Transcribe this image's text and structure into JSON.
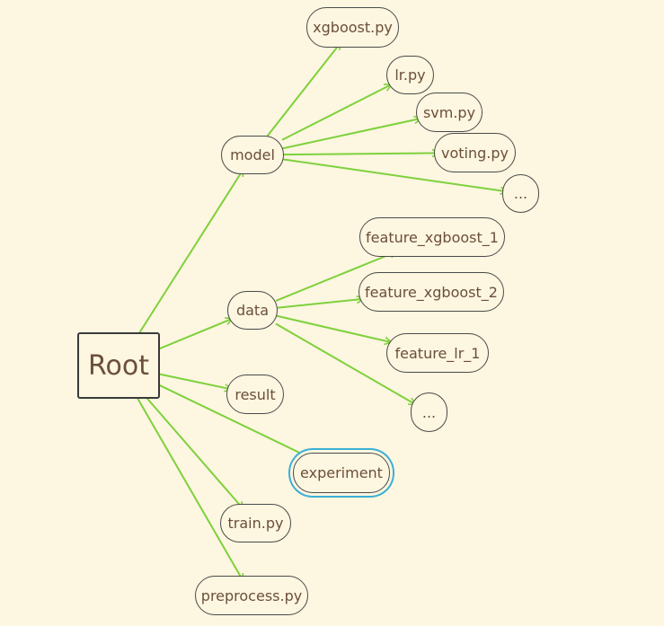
{
  "diagram": {
    "edge_color": "#7ed13c",
    "selection_color": "#3bb0d6",
    "nodes": {
      "root": "Root",
      "model": "model",
      "data": "data",
      "result": "result",
      "experiment": "experiment",
      "train": "train.py",
      "preprocess": "preprocess.py",
      "xgboost": "xgboost.py",
      "lr": "lr.py",
      "svm": "svm.py",
      "voting": "voting.py",
      "model_more": "...",
      "feature_xgboost_1": "feature_xgboost_1",
      "feature_xgboost_2": "feature_xgboost_2",
      "feature_lr_1": "feature_lr_1",
      "data_more": "..."
    },
    "edges": [
      [
        "root",
        "model"
      ],
      [
        "root",
        "data"
      ],
      [
        "root",
        "result"
      ],
      [
        "root",
        "experiment"
      ],
      [
        "root",
        "train"
      ],
      [
        "root",
        "preprocess"
      ],
      [
        "model",
        "xgboost"
      ],
      [
        "model",
        "lr"
      ],
      [
        "model",
        "svm"
      ],
      [
        "model",
        "voting"
      ],
      [
        "model",
        "model_more"
      ],
      [
        "data",
        "feature_xgboost_1"
      ],
      [
        "data",
        "feature_xgboost_2"
      ],
      [
        "data",
        "feature_lr_1"
      ],
      [
        "data",
        "data_more"
      ]
    ],
    "selected": "experiment"
  }
}
